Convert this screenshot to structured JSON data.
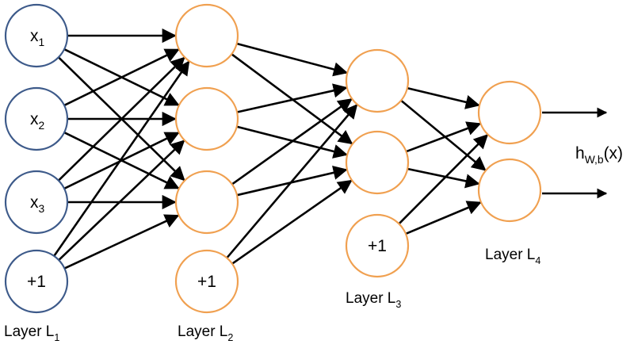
{
  "layers": [
    {
      "id": "L1",
      "label": "Layer L",
      "label_sub": "1",
      "color": "#3d5a8a",
      "nodes": [
        {
          "text": "x",
          "sub": "1"
        },
        {
          "text": "x",
          "sub": "2"
        },
        {
          "text": "x",
          "sub": "3"
        },
        {
          "text": "+1",
          "sub": ""
        }
      ]
    },
    {
      "id": "L2",
      "label": "Layer L",
      "label_sub": "2",
      "color": "#f0a050",
      "nodes": [
        {
          "text": "",
          "sub": ""
        },
        {
          "text": "",
          "sub": ""
        },
        {
          "text": "",
          "sub": ""
        },
        {
          "text": "+1",
          "sub": ""
        }
      ]
    },
    {
      "id": "L3",
      "label": "Layer L",
      "label_sub": "3",
      "color": "#f0a050",
      "nodes": [
        {
          "text": "",
          "sub": ""
        },
        {
          "text": "",
          "sub": ""
        },
        {
          "text": "+1",
          "sub": ""
        }
      ]
    },
    {
      "id": "L4",
      "label": "Layer L",
      "label_sub": "4",
      "color": "#f0a050",
      "nodes": [
        {
          "text": "",
          "sub": ""
        },
        {
          "text": "",
          "sub": ""
        }
      ]
    }
  ],
  "output": {
    "text": "h",
    "sub": "W,b",
    "suffix": "(x)"
  },
  "edge_color": "#000000"
}
